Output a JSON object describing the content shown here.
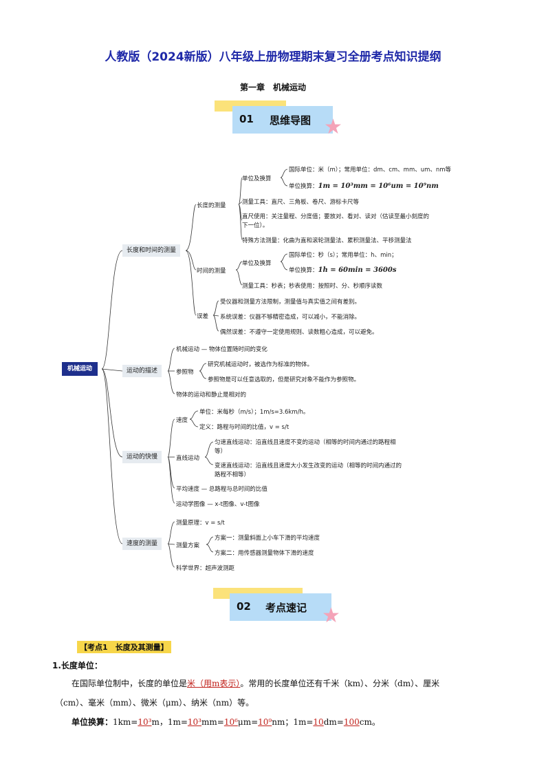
{
  "doc": {
    "title": "人教版（2024新版）八年级上册物理期末复习全册考点知识提纲",
    "chapter": "第一章　机械运动",
    "section1": {
      "num": "01",
      "label": "思维导图"
    },
    "section2": {
      "num": "02",
      "label": "考点速记"
    }
  },
  "mindmap": {
    "root": "机械运动",
    "b1": "长度和时间的测量",
    "b1_len": "长度的测量",
    "b1_len_unit": "单位及换算",
    "b1_len_unit_a": "国际单位：米（m）；常用单位：dm、cm、mm、um、nm等",
    "b1_len_unit_b_label": "单位换算：",
    "b1_len_unit_b_formula": "1m = 10³mm = 10⁶um = 10⁹nm",
    "b1_len_tool": "测量工具：直尺、三角板、卷尺、游标卡尺等",
    "b1_len_use1": "直尺使用：关注量程、分度值；要放对、看对、读对（估读至最小刻度的",
    "b1_len_use2": "下一位）。",
    "b1_len_special": "特殊方法测量：化曲为直和滚轮测量法、累积测量法、平移测量法",
    "b1_time": "时间的测量",
    "b1_time_unit": "单位及换算",
    "b1_time_unit_a": "国际单位：秒（s）；常用单位：h、min；",
    "b1_time_unit_b_label": "单位换算：",
    "b1_time_unit_b_formula": "1h = 60min = 3600s",
    "b1_time_tool": "测量工具：秒表；秒表使用：按照时、分、秒顺序读数",
    "b1_err": "误差",
    "b1_err_a": "受仪器和测量方法限制，测量值与真实值之间有差别。",
    "b1_err_b": "系统误差：仪器不够精密造成，可以减小，不能消除。",
    "b1_err_c": "偶然误差：不遵守一定使用规则、读数粗心造成，可以避免。",
    "b2": "运动的描述",
    "b2_a": "机械运动 — 物体位置随时间的变化",
    "b2_ref": "参照物",
    "b2_ref_a": "研究机械运动时，被选作为标准的物体。",
    "b2_ref_b": "参照物是可以任意选取的，但是研究对象不能作为参照物。",
    "b2_c": "物体的运动和静止是相对的",
    "b3": "运动的快慢",
    "b3_speed": "速度",
    "b3_speed_a": "单位：米每秒（m/s）；1m/s=3.6km/h。",
    "b3_speed_b": "定义：路程与时间的比值，v = s/t",
    "b3_line": "直线运动",
    "b3_line_a1": "匀速直线运动：沿直线且速度不变的运动（相等的时间内通过的路程相",
    "b3_line_a2": "等）",
    "b3_line_b1": "变速直线运动：沿直线且速度大小发生改变的运动（相等的时间内通过的",
    "b3_line_b2": "路程不相等）",
    "b3_avg": "平均速度 — 总路程与总时间的比值",
    "b3_graph": "运动学图像 — x-t图像、v-t图像",
    "b4": "速度的测量",
    "b4_a": "测量原理：v = s/t",
    "b4_plan": "测量方案",
    "b4_plan_a": "方案一：测量斜面上小车下滑的平均速度",
    "b4_plan_b": "方案二：用传感器测量物体下滑的速度",
    "b4_c": "科学世界：超声波测距"
  },
  "notes": {
    "kaodian": "【考点1　长度及其测量】",
    "h1": "1.长度单位：",
    "p1_a": "在国际单位制中，长度的单位是",
    "p1_red": "米（用m表示）",
    "p1_b": "。常用的长度单位还有千米（km）、分米（dm）、厘米",
    "p1_c": "（cm）、毫米（mm）、微米（μm）、纳米（nm）等。",
    "p2_label": "单位换算：",
    "p2_a": "1km=",
    "p2_r1": "10³",
    "p2_b": "m，1m=",
    "p2_r2": "10³",
    "p2_c": "mm=",
    "p2_r3": "10⁶",
    "p2_d": "μm=",
    "p2_r4": "10⁹",
    "p2_e": "nm；1m=",
    "p2_r5": "10",
    "p2_f": "dm=",
    "p2_r6": "100",
    "p2_g": "cm。"
  }
}
